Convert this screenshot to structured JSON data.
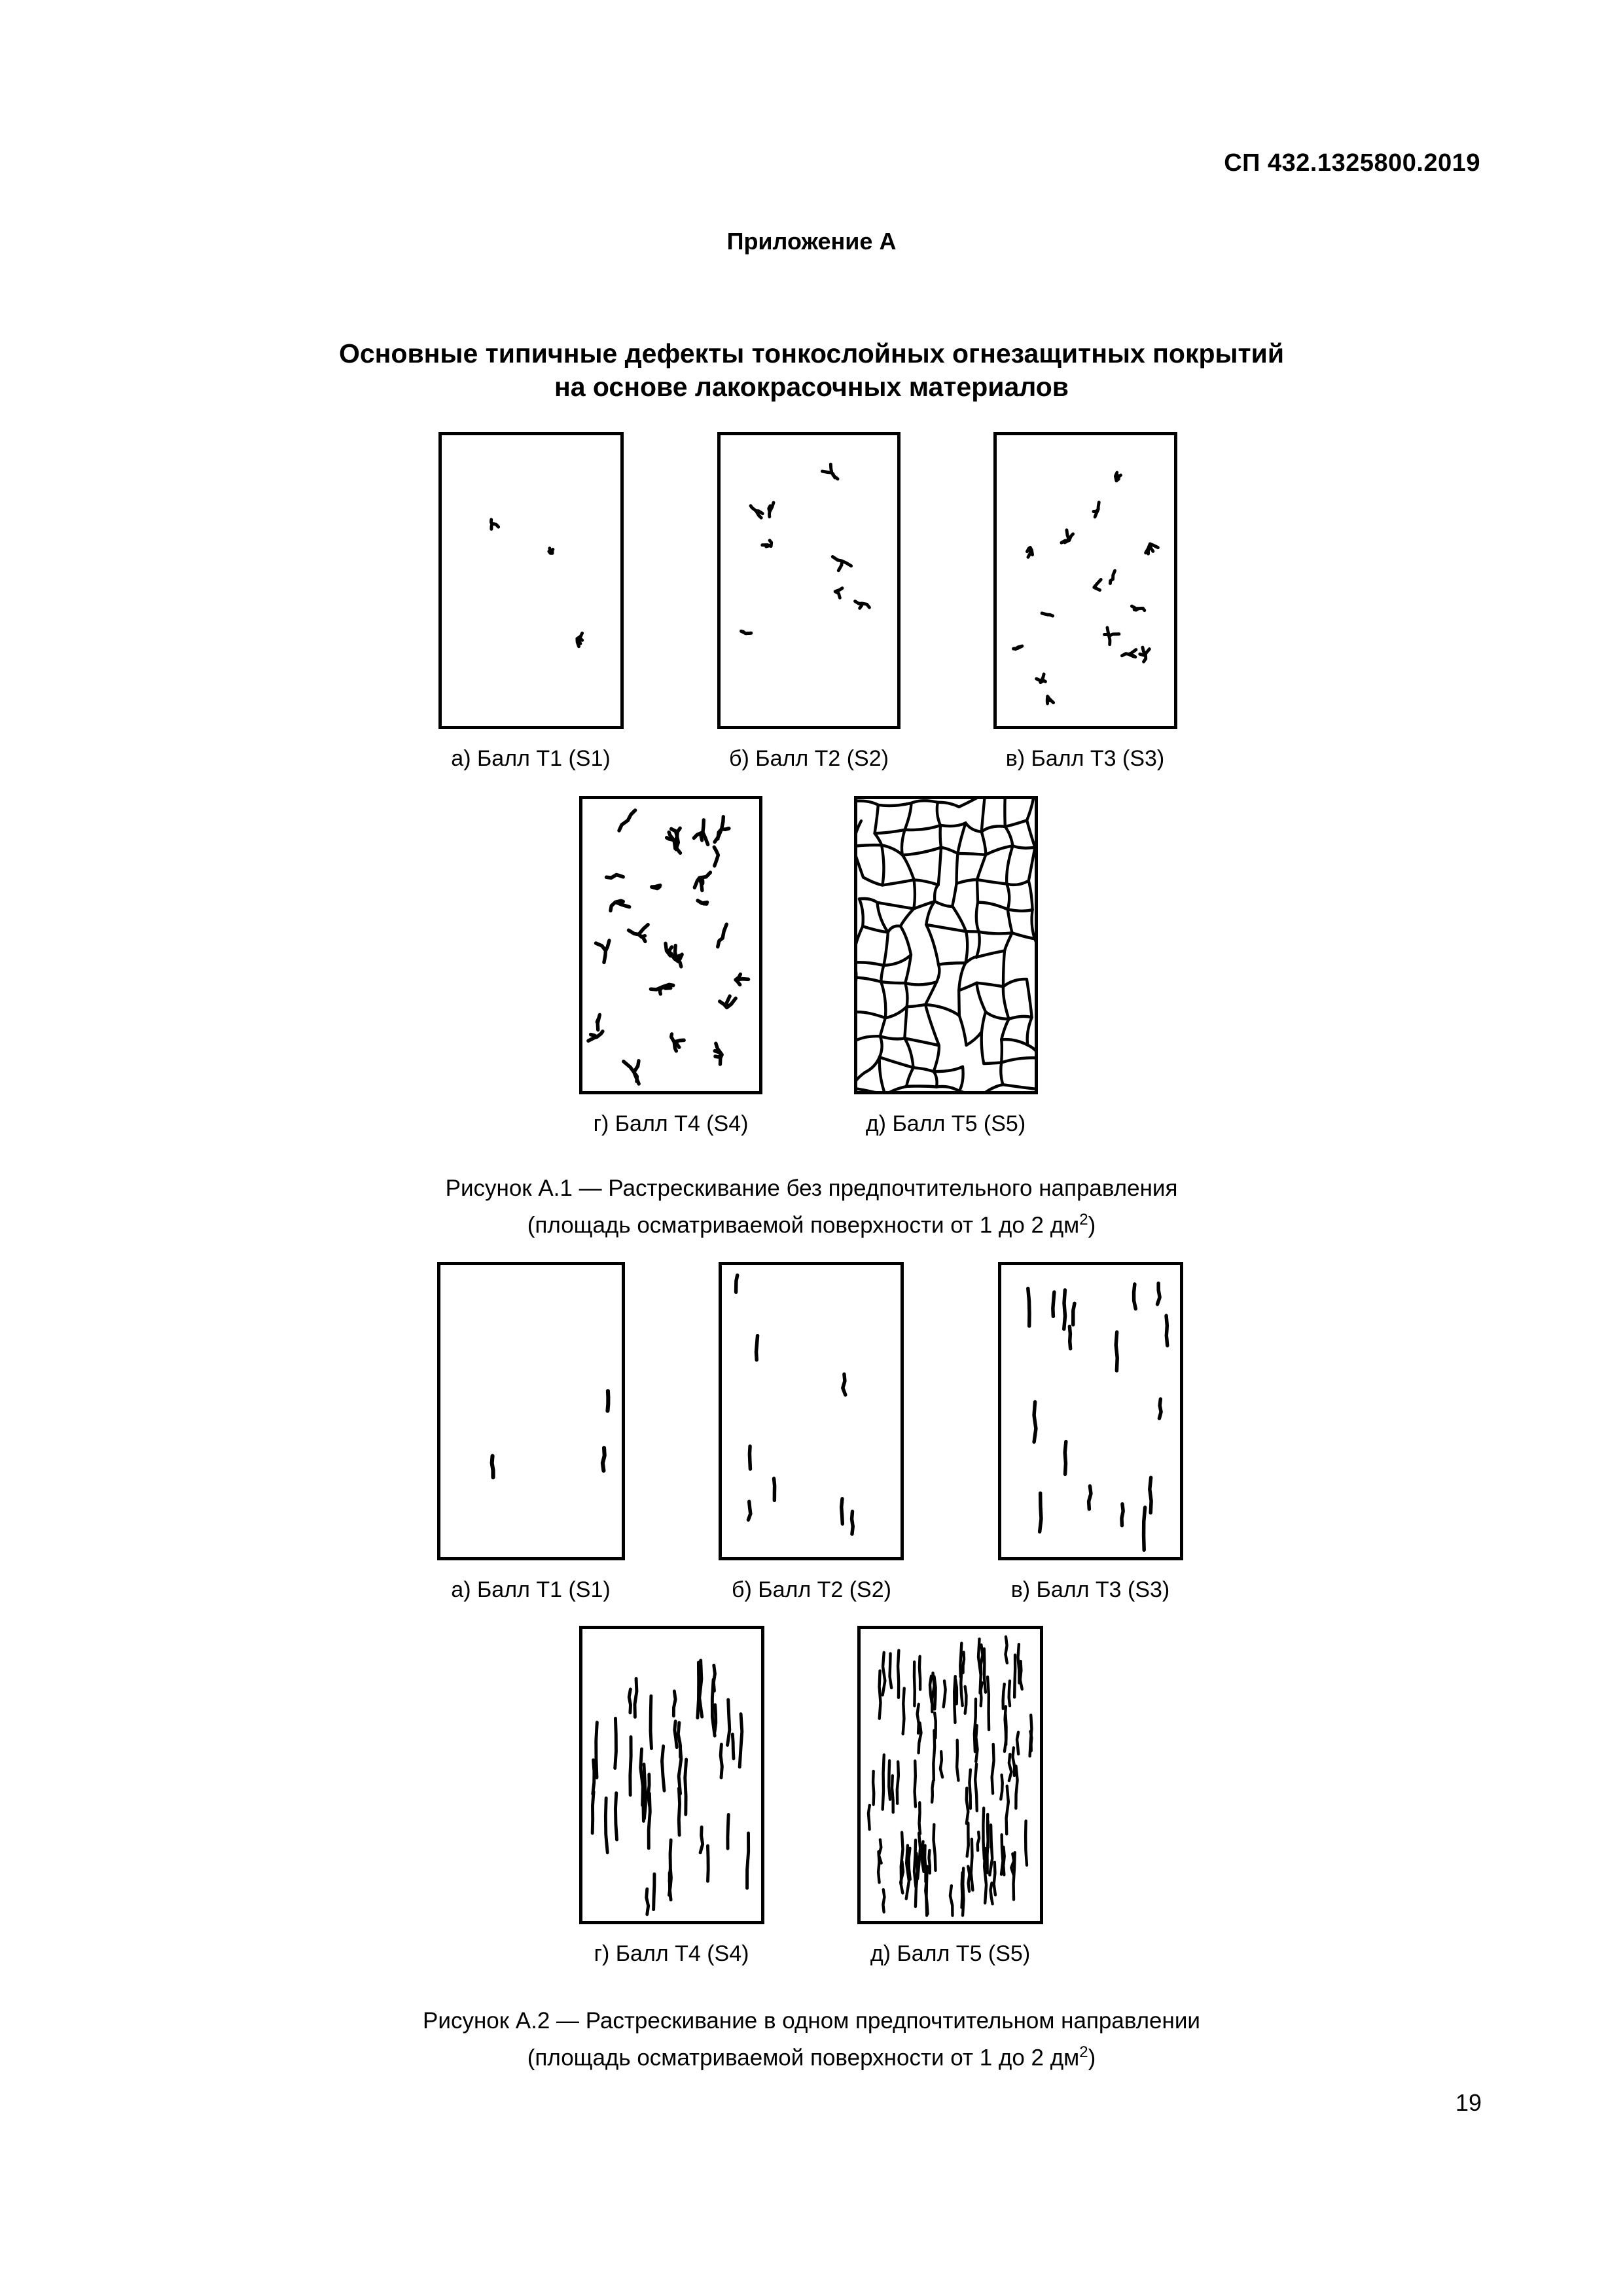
{
  "header": {
    "doc_code": "СП 432.1325800.2019"
  },
  "appendix_title": "Приложение А",
  "title": {
    "line1": "Основные типичные дефекты тонкослойных огнезащитных покрытий",
    "line2": "на основе лакокрасочных материалов"
  },
  "figure1": {
    "captions": [
      "а) Балл Т1 (S1)",
      "б) Балл Т2 (S2)",
      "в) Балл Т3 (S3)",
      "г) Балл Т4 (S4)",
      "д) Балл Т5 (S5)"
    ],
    "caption_line1": "Рисунок А.1 — Растрескивание без предпочтительного направления",
    "caption_line2": "(площадь осматриваемой поверхности от 1 до 2 дм",
    "caption_sup": "2",
    "caption_close": ")"
  },
  "figure2": {
    "captions": [
      "а) Балл Т1 (S1)",
      "б) Балл Т2 (S2)",
      "в) Балл Т3 (S3)",
      "г) Балл Т4 (S4)",
      "д) Балл Т5 (S5)"
    ],
    "caption_line1": "Рисунок А.2 — Растрескивание в одном предпочтительном направлении",
    "caption_line2": "(площадь осматриваемой поверхности от 1 до 2 дм",
    "caption_sup": "2",
    "caption_close": ")"
  },
  "page_number": "19"
}
